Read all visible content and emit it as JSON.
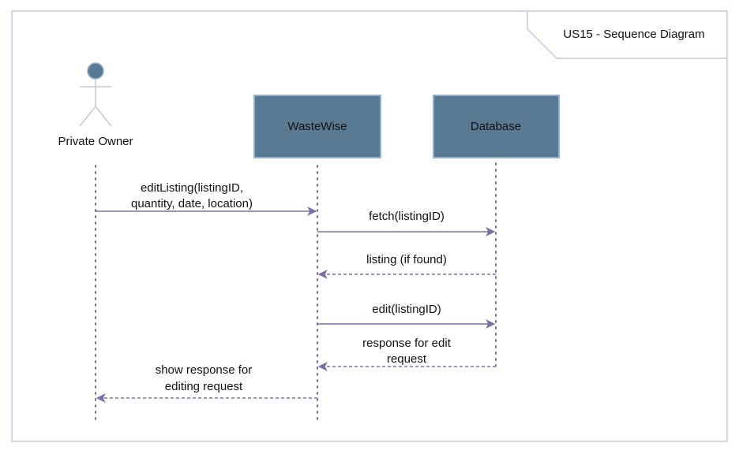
{
  "frame": {
    "title": "US15 - Sequence Diagram"
  },
  "actor": {
    "label": "Private Owner"
  },
  "participants": {
    "wastewise": "WasteWise",
    "database": "Database"
  },
  "messages": {
    "edit_listing_line1": "editListing(listingID,",
    "edit_listing_line2": "quantity, date, location)",
    "fetch": "fetch(listingID)",
    "listing_found": "listing (if found)",
    "edit": "edit(listingID)",
    "response_edit_line1": "response for edit",
    "response_edit_line2": "request",
    "show_response_line1": "show response for",
    "show_response_line2": "editing request"
  },
  "colors": {
    "frame_border": "#d6d3e6",
    "participant_fill": "#5a7a94",
    "participant_border": "#8fb1cf",
    "actor_head": "#5a7a94",
    "actor_body": "#c9c9c9",
    "lifeline": "#7b6ea8",
    "message": "#7b6ea8"
  }
}
